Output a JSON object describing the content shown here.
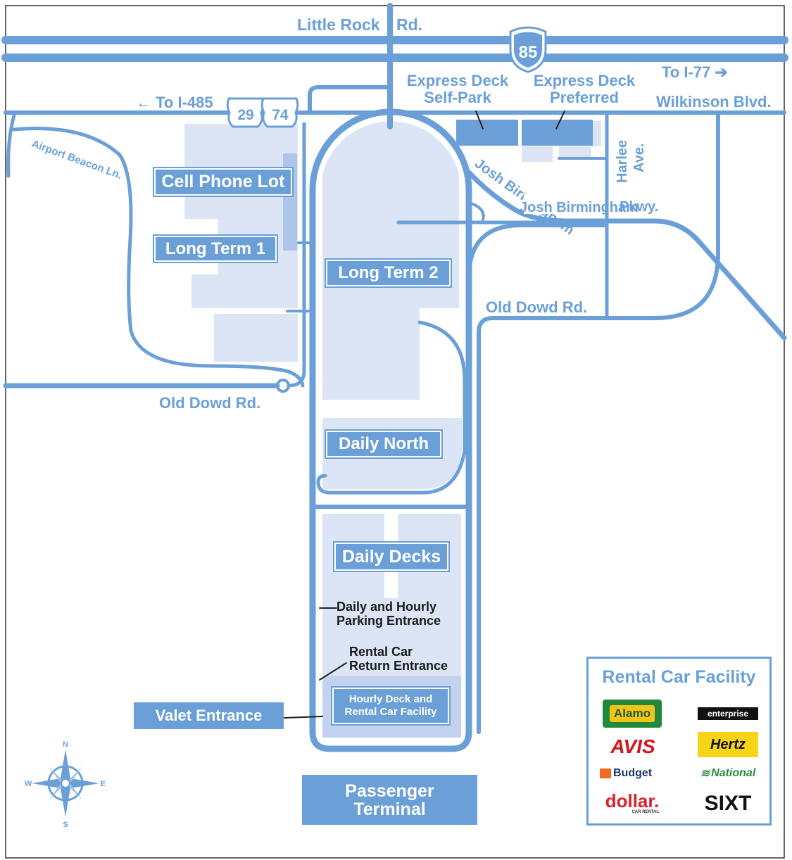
{
  "roads": {
    "little_rock": "Little Rock",
    "little_rock_suffix": "Rd.",
    "to_i485": "← To I-485",
    "to_i77": "To I-77 ➔",
    "wilkinson": "Wilkinson Blvd.",
    "airport_beacon": "Airport Beacon Ln.",
    "josh_birmingham": "Josh Birmingham",
    "pkwy": "Pkwy.",
    "harlee": "Harlee",
    "harlee_ave": "Ave.",
    "old_dowd_east": "Old Dowd Rd.",
    "old_dowd_west": "Old Dowd Rd."
  },
  "shields": {
    "interstate": "85",
    "us29": "29",
    "us74": "74"
  },
  "express": {
    "self_park_line1": "Express Deck",
    "self_park_line2": "Self-Park",
    "preferred_line1": "Express Deck",
    "preferred_line2": "Preferred"
  },
  "lots": {
    "cell_phone": "Cell Phone Lot",
    "long_term_1": "Long Term 1",
    "long_term_2": "Long Term 2",
    "daily_north": "Daily North",
    "daily_decks": "Daily Decks",
    "hourly_line1": "Hourly Deck and",
    "hourly_line2": "Rental Car Facility",
    "valet": "Valet Entrance",
    "terminal_line1": "Passenger",
    "terminal_line2": "Terminal"
  },
  "notes": {
    "daily_hourly_line1": "Daily and Hourly",
    "daily_hourly_line2": "Parking Entrance",
    "rental_return_line1": "Rental Car",
    "rental_return_line2": "Return Entrance"
  },
  "compass": {
    "n": "N",
    "s": "S",
    "e": "E",
    "w": "W"
  },
  "legend": {
    "title": "Rental Car Facility",
    "brands": {
      "alamo": "Alamo",
      "enterprise": "enterprise",
      "avis": "AVIS",
      "hertz": "Hertz",
      "budget": "Budget",
      "national": "National",
      "dollar": "dollar.",
      "dollar_sub": "CAR RENTAL",
      "sixt": "SIXT"
    }
  },
  "colors": {
    "road": "#6a9fd8",
    "lot_fill": "#dbe5f5",
    "label_fill": "#6a9fd8",
    "alamo_green": "#1f8a3c",
    "alamo_yellow": "#f2c418",
    "avis_red": "#d4141b",
    "hertz_yellow": "#f7d417",
    "dollar_red": "#d7222a",
    "national_green": "#2c8b3a",
    "budget_orange": "#f26b21"
  }
}
